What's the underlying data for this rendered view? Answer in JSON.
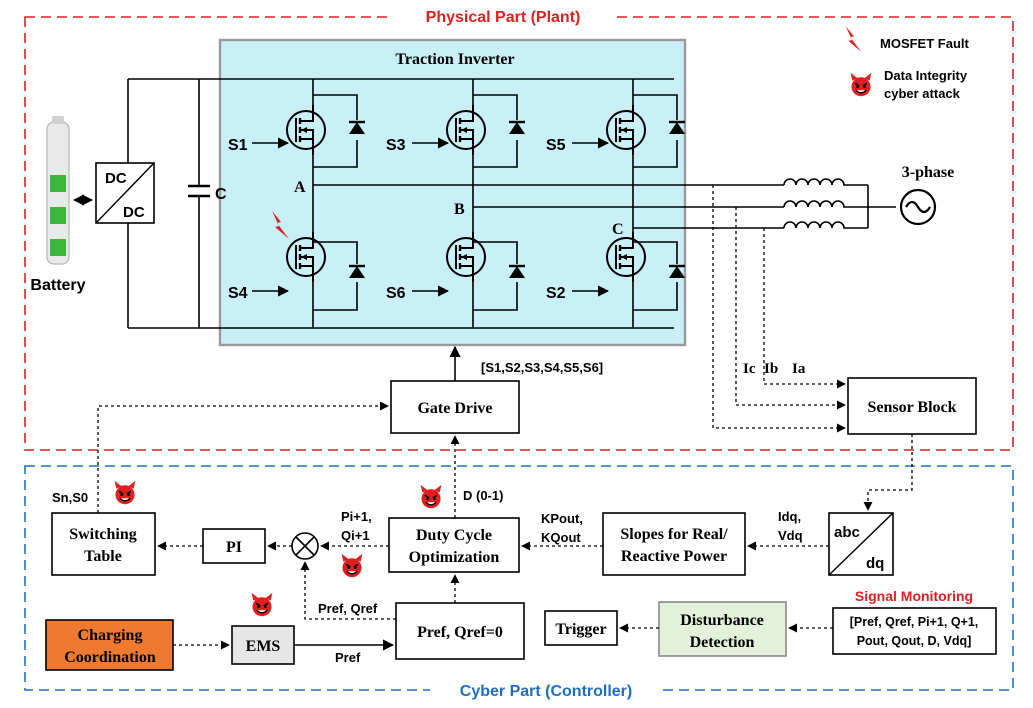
{
  "colors": {
    "plant_border": "#e02020",
    "cyber_border": "#1f6fbf",
    "inverter_fill": "#c9f0f7",
    "charging_fill": "#ee7a2f",
    "disturbance_fill": "#e3f0da",
    "ems_fill": "#e6e6e6",
    "attack_red": "#e02020"
  },
  "regions": {
    "plant_title": "Physical Part (Plant)",
    "cyber_title": "Cyber Part (Controller)"
  },
  "legend": {
    "fault": "MOSFET Fault",
    "attack_line1": "Data Integrity",
    "attack_line2": "cyber attack"
  },
  "plant": {
    "inverter_title": "Traction Inverter",
    "battery": "Battery",
    "dcdc_top": "DC",
    "dcdc_bottom": "DC",
    "capacitor": "C",
    "switches": [
      "S1",
      "S3",
      "S5",
      "S4",
      "S6",
      "S2"
    ],
    "nodes": [
      "A",
      "B",
      "C"
    ],
    "grid": "3-phase",
    "currents": [
      "Ic",
      "Ib",
      "Ia"
    ],
    "sensor_block": "Sensor Block",
    "gate_drive": "Gate Drive",
    "gate_signals": "[S1,S2,S3,S4,S5,S6]"
  },
  "cyber": {
    "switching_table_line1": "Switching",
    "switching_table_line2": "Table",
    "pi": "PI",
    "duty_line1": "Duty Cycle",
    "duty_line2": "Optimization",
    "slopes_line1": "Slopes for Real/",
    "slopes_line2": "Reactive Power",
    "abc": "abc",
    "dq": "dq",
    "trigger": "Trigger",
    "disturbance_line1": "Disturbance",
    "disturbance_line2": "Detection",
    "charging_line1": "Charging",
    "charging_line2": "Coordination",
    "ems": "EMS",
    "pref_box": "Pref, Qref=0",
    "signal_monitoring_title": "Signal Monitoring",
    "signal_monitoring_line1": "[Pref, Qref, Pi+1, Q+1,",
    "signal_monitoring_line2": "Pout, Qout, D, Vdq]",
    "label_sn": "Sn,S0",
    "label_pi1": "Pi+1,",
    "label_qi1": "Qi+1",
    "label_d": "D (0-1)",
    "label_kpout": "KPout,",
    "label_kqout": "KQout",
    "label_idq": "Idq,",
    "label_vdq": "Vdq",
    "label_prefqref": "Pref, Qref",
    "label_pref": "Pref"
  }
}
